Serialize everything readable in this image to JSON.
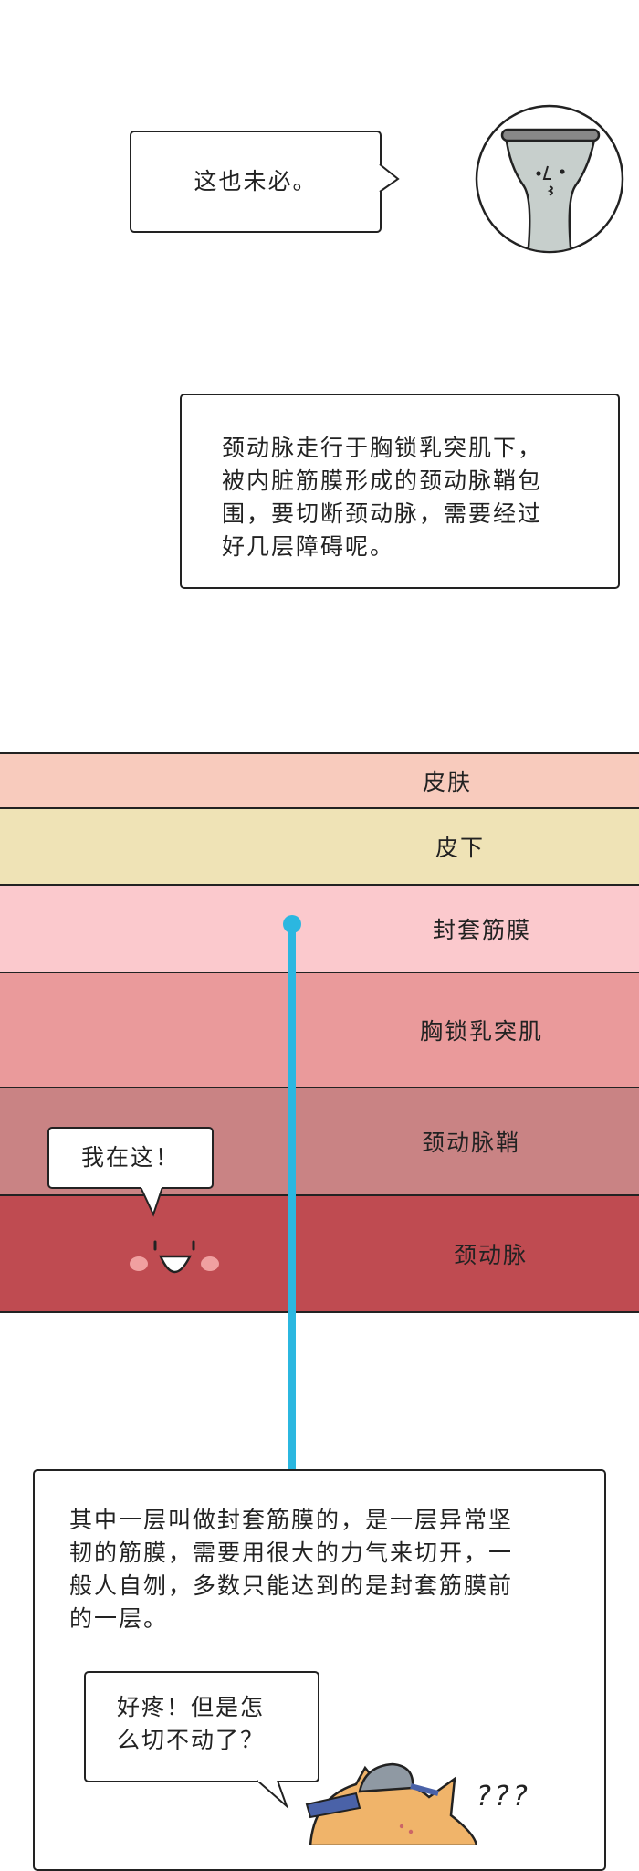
{
  "panel1": {
    "speech": "这也未必。"
  },
  "panel2": {
    "narration": [
      "颈动脉走行于胸锁乳突肌下，",
      "被内脏筋膜形成的颈动脉鞘包",
      "围，要切断颈动脉，需要经过",
      "好几层障碍呢。"
    ]
  },
  "layers": [
    {
      "label": "皮肤",
      "color": "#f8cbbd"
    },
    {
      "label": "皮下",
      "color": "#efe3b6"
    },
    {
      "label": "封套筋膜",
      "color": "#fbc9cd"
    },
    {
      "label": "胸锁乳突肌",
      "color": "#ea9a9b"
    },
    {
      "label": "颈动脉鞘",
      "color": "#c98384"
    },
    {
      "label": "颈动脉",
      "color": "#bf4b51"
    }
  ],
  "artery_speech": "我在这！",
  "needle_color": "#2bb7e0",
  "panel3": {
    "narration": [
      "其中一层叫做封套筋膜的，是一层异常坚",
      "韧的筋膜，需要用很大的力气来切开，一",
      "般人自刎，多数只能达到的是封套筋膜前",
      "的一层。"
    ],
    "speech": [
      "好疼！但是怎",
      "么切不动了？"
    ],
    "confused": "???"
  }
}
